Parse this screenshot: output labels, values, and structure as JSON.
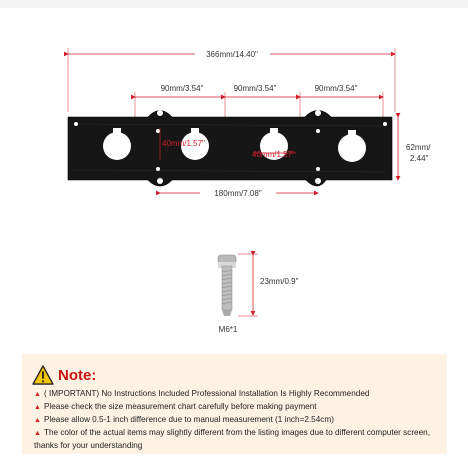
{
  "dimensions": {
    "overall": "366mm/14.40\"",
    "spacing_1": "90mm/3.54\"",
    "spacing_2": "90mm/3.54\"",
    "spacing_3": "90mm/3.54\"",
    "height_top": "62mm/",
    "height_bottom": "2.44\"",
    "mount_span": "180mm/7.08\"",
    "hole_big": "40mm/1.57\"",
    "hole_small": "40mm/1.57\""
  },
  "bolt": {
    "length": "23mm/0.9\"",
    "label": "M6*1"
  },
  "note": {
    "title": "Note:",
    "lines": [
      "( IMPORTANT) No Instructions Included Professional Installation Is Highly Recommended",
      "Please check the size measurement chart carefully before making payment",
      "Please allow 0.5-1 inch difference due to manual measurement (1 inch=2.54cm)",
      "The color of the actual items may slightly different from the listing images due to different computer screen, thanks for your understanding"
    ]
  },
  "colors": {
    "plate": "#161616",
    "dimension_line": "#d21e2b",
    "note_background": "#fdf2e4",
    "note_title": "#c51414"
  }
}
